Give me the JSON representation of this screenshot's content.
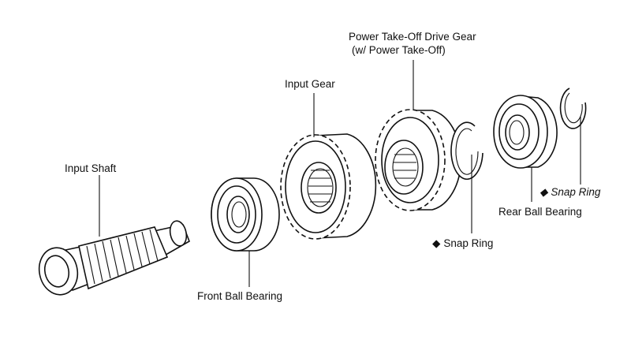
{
  "diagram": {
    "labels": {
      "input_shaft": "Input Shaft",
      "front_ball_bearing": "Front Ball Bearing",
      "input_gear": "Input Gear",
      "pto_gear_line1": "Power Take-Off Drive Gear",
      "pto_gear_line2": "(w/ Power Take-Off)",
      "snap_ring_1": "Snap Ring",
      "rear_ball_bearing": "Rear Ball Bearing",
      "snap_ring_2": "Snap Ring"
    },
    "marker_glyph": "◆"
  }
}
